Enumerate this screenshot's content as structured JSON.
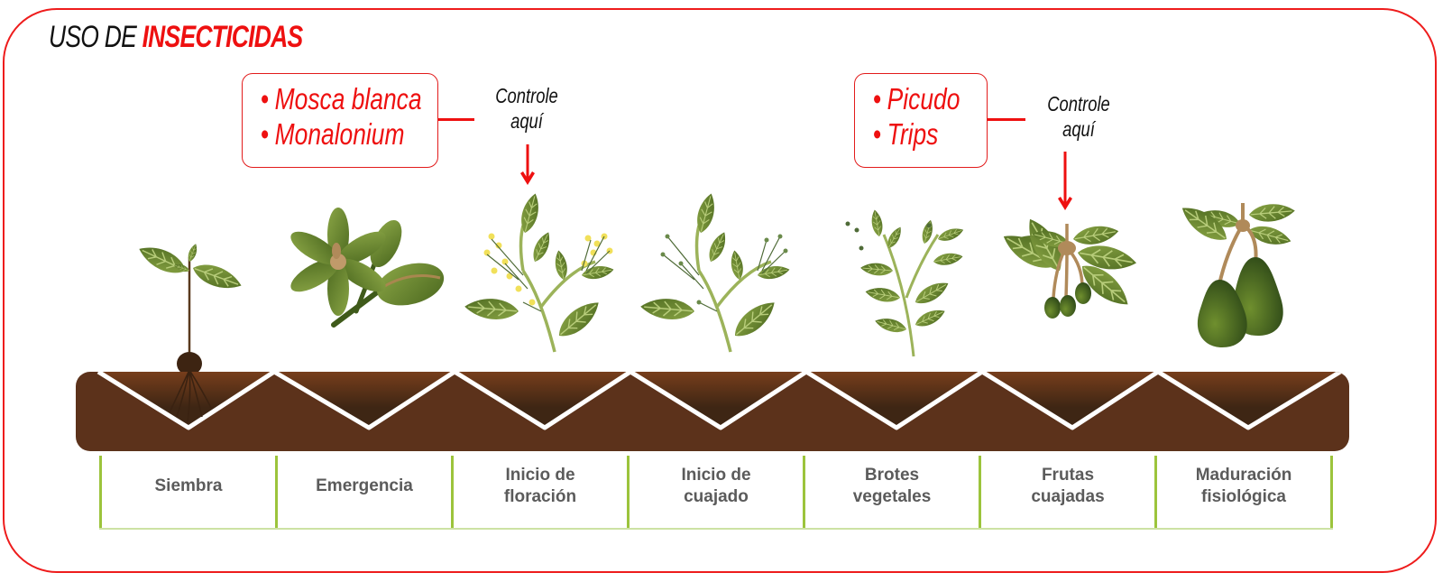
{
  "title": {
    "prefix": "USO DE ",
    "highlight": "INSECTICIDAS"
  },
  "colors": {
    "accent": "#ee1010",
    "soil": "#5c321b",
    "soil_top": "#7a3f1c",
    "stage_divider": "#9cc43c",
    "stage_text": "#5b5b5b",
    "leaf": "#6b8a2e",
    "leaf_dark": "#4f6b22"
  },
  "callouts": [
    {
      "pests": [
        "Mosca blanca",
        "Monalonium"
      ],
      "control_label_line1": "Controle",
      "control_label_line2": "aquí",
      "target_stage": "Inicio de floración"
    },
    {
      "pests": [
        "Picudo",
        "Trips"
      ],
      "control_label_line1": "Controle",
      "control_label_line2": "aquí",
      "target_stage": "Frutas cuajadas"
    }
  ],
  "bullet": "•",
  "stages": [
    {
      "label": "Siembra",
      "icon": "seedling-icon"
    },
    {
      "label": "Emergencia",
      "icon": "flower-bud-icon"
    },
    {
      "label": "Inicio de\nfloración",
      "icon": "flowering-branch-icon"
    },
    {
      "label": "Inicio de\ncuajado",
      "icon": "fruit-set-branch-icon"
    },
    {
      "label": "Brotes\nvegetales",
      "icon": "vegetative-shoot-icon"
    },
    {
      "label": "Frutas\ncuajadas",
      "icon": "young-fruit-icon"
    },
    {
      "label": "Maduración\nfisiológica",
      "icon": "mature-avocado-icon"
    }
  ]
}
